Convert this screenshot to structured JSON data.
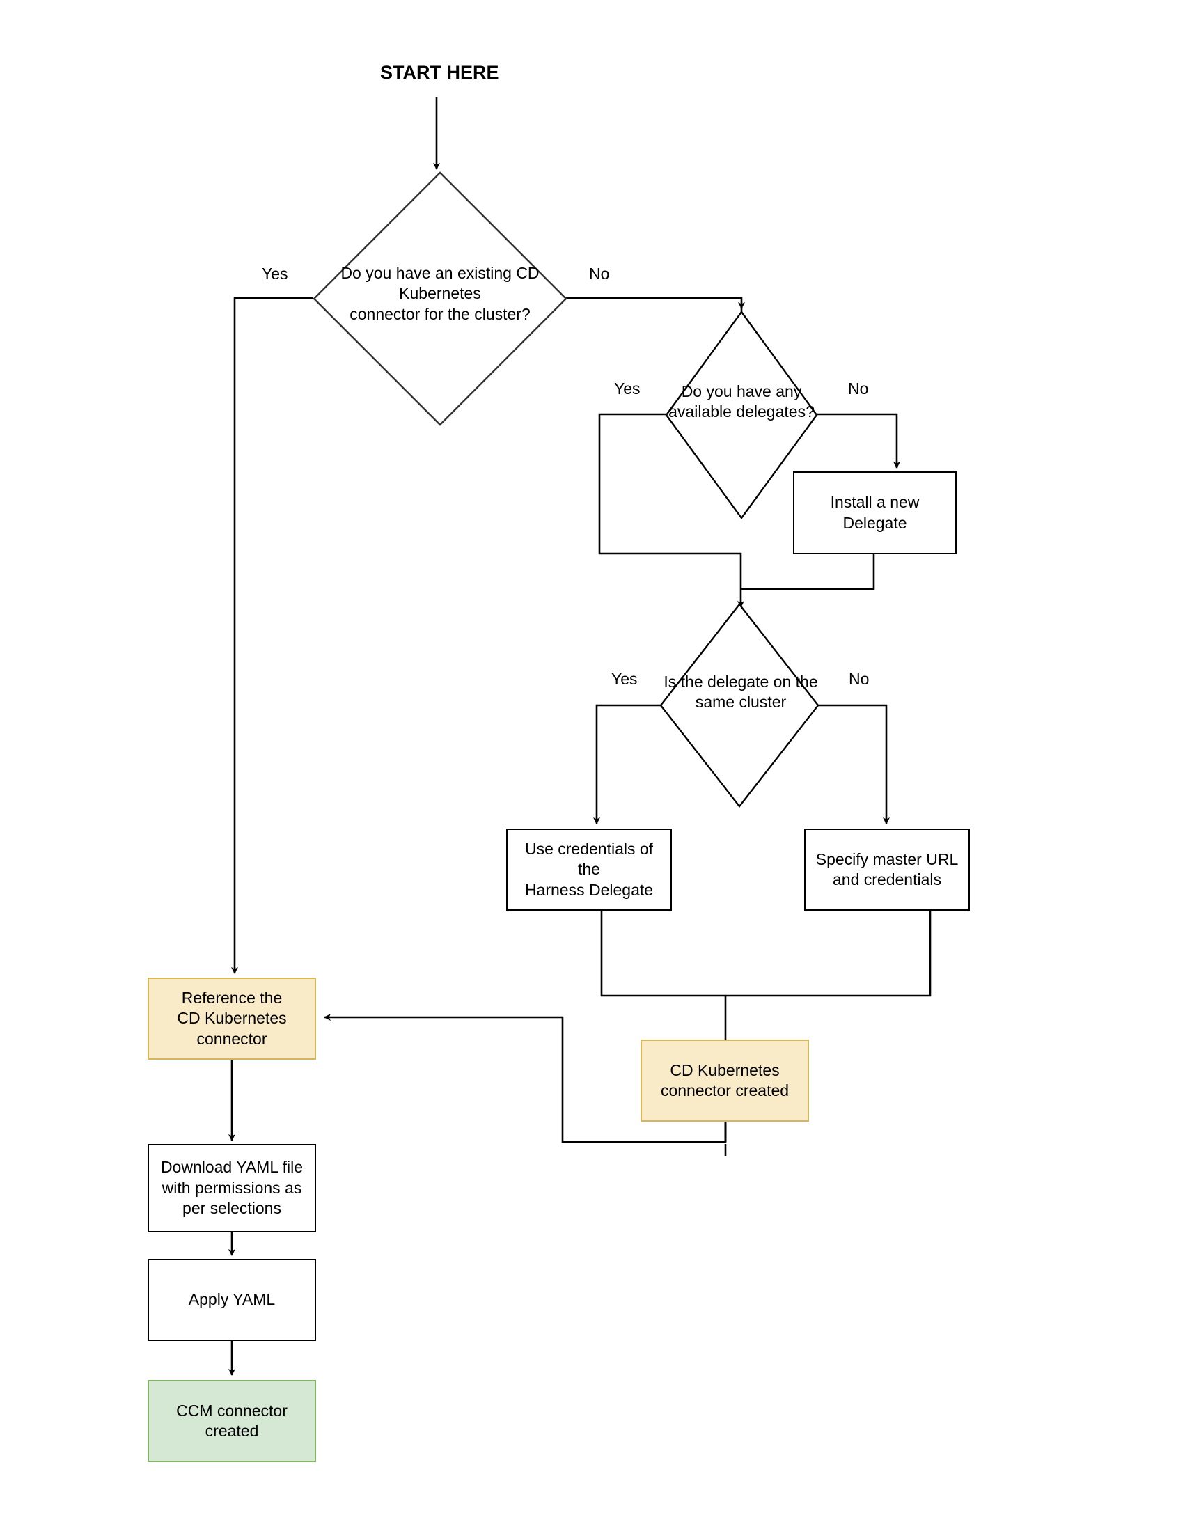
{
  "diagram": {
    "title": "START HERE",
    "type": "flowchart",
    "colors": {
      "orange_fill": "#FAEBC8",
      "orange_border": "#D6B656",
      "green_fill": "#D5E8D4",
      "green_border": "#82B366",
      "line": "#000000",
      "box_border": "#000000",
      "background": "#ffffff"
    },
    "nodes": [
      {
        "id": "start",
        "shape": "label",
        "text": "START HERE"
      },
      {
        "id": "d1",
        "shape": "diamond",
        "text": "Do you have an existing CD\nKubernetes\nconnector for the cluster?"
      },
      {
        "id": "d2",
        "shape": "diamond",
        "text": "Do you have any\navailable delegates?"
      },
      {
        "id": "install_delegate",
        "shape": "rect",
        "text": "Install a new\nDelegate"
      },
      {
        "id": "d3",
        "shape": "diamond",
        "text": "Is the delegate on the\nsame cluster"
      },
      {
        "id": "use_creds",
        "shape": "rect",
        "text": "Use credentials of the\nHarness Delegate"
      },
      {
        "id": "specify_master",
        "shape": "rect",
        "text": "Specify master URL\nand credentials"
      },
      {
        "id": "reference_connector",
        "shape": "rect",
        "style": "orange",
        "text": "Reference the\nCD Kubernetes\nconnector"
      },
      {
        "id": "cd_created",
        "shape": "rect",
        "style": "orange",
        "text": "CD Kubernetes\nconnector created"
      },
      {
        "id": "download_yaml",
        "shape": "rect",
        "text": "Download YAML file\nwith permissions as\nper selections"
      },
      {
        "id": "apply_yaml",
        "shape": "rect",
        "text": "Apply YAML"
      },
      {
        "id": "ccm_created",
        "shape": "rect",
        "style": "green",
        "text": "CCM connector\ncreated"
      }
    ],
    "edge_labels": {
      "d1_yes": "Yes",
      "d1_no": "No",
      "d2_yes": "Yes",
      "d2_no": "No",
      "d3_yes": "Yes",
      "d3_no": "No"
    },
    "edges": [
      {
        "from": "start",
        "to": "d1",
        "label": ""
      },
      {
        "from": "d1",
        "to": "reference_connector",
        "label": "Yes"
      },
      {
        "from": "d1",
        "to": "d2",
        "label": "No"
      },
      {
        "from": "d2",
        "to": "d3",
        "label": "Yes"
      },
      {
        "from": "d2",
        "to": "install_delegate",
        "label": "No"
      },
      {
        "from": "install_delegate",
        "to": "d3",
        "label": ""
      },
      {
        "from": "d3",
        "to": "use_creds",
        "label": "Yes"
      },
      {
        "from": "d3",
        "to": "specify_master",
        "label": "No"
      },
      {
        "from": "use_creds",
        "to": "cd_created",
        "label": ""
      },
      {
        "from": "specify_master",
        "to": "cd_created",
        "label": ""
      },
      {
        "from": "cd_created",
        "to": "reference_connector",
        "label": ""
      },
      {
        "from": "reference_connector",
        "to": "download_yaml",
        "label": ""
      },
      {
        "from": "download_yaml",
        "to": "apply_yaml",
        "label": ""
      },
      {
        "from": "apply_yaml",
        "to": "ccm_created",
        "label": ""
      }
    ]
  }
}
